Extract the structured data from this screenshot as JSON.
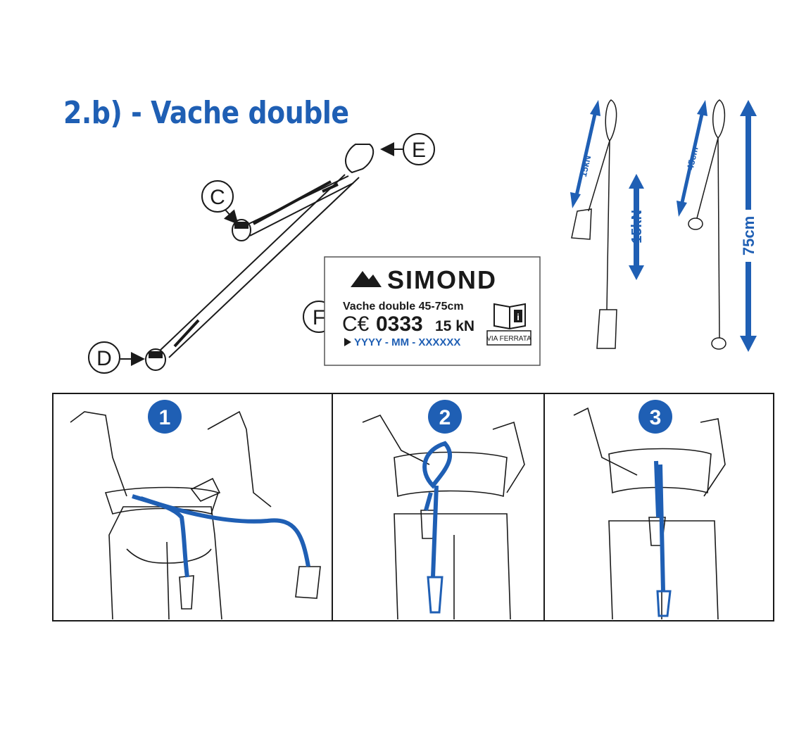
{
  "title": "2.b) - Vache double",
  "colors": {
    "accent": "#1f5fb4",
    "line": "#1a1a1a",
    "background": "#ffffff"
  },
  "callouts": {
    "c": "C",
    "d": "D",
    "e": "E",
    "f": "F"
  },
  "label": {
    "brand": "SIMOND",
    "product": "Vache double 45-75cm",
    "ce_mark": "C€",
    "ce_number": "0333",
    "strength": "15 kN",
    "lot": "YYYY - MM - XXXXXX",
    "badge": "VIA FERRATA",
    "info_icon": "info-book-icon"
  },
  "dimensions": {
    "short_arm_strength": "15kN",
    "long_arm_strength": "15kN",
    "short_arm_length": "45cm",
    "total_length": "75cm"
  },
  "steps": [
    {
      "number": "1"
    },
    {
      "number": "2"
    },
    {
      "number": "3"
    }
  ]
}
